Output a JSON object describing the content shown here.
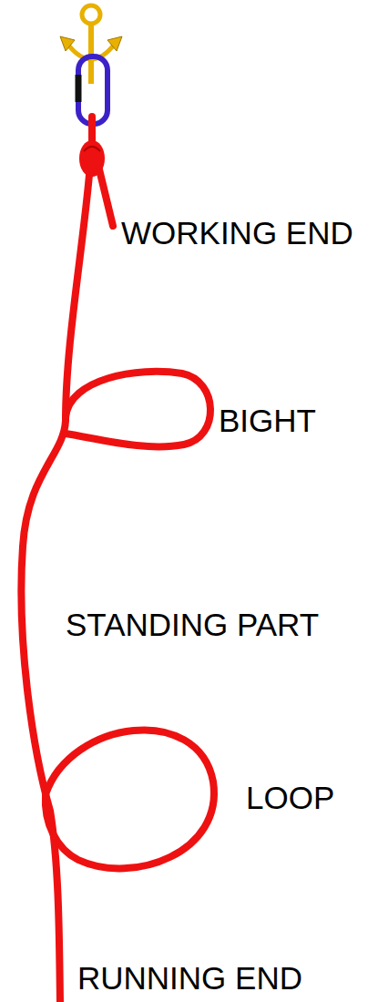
{
  "diagram": {
    "labels": [
      "WORKING END",
      "BIGHT",
      "STANDING PART",
      "LOOP",
      "RUNNING END"
    ]
  }
}
